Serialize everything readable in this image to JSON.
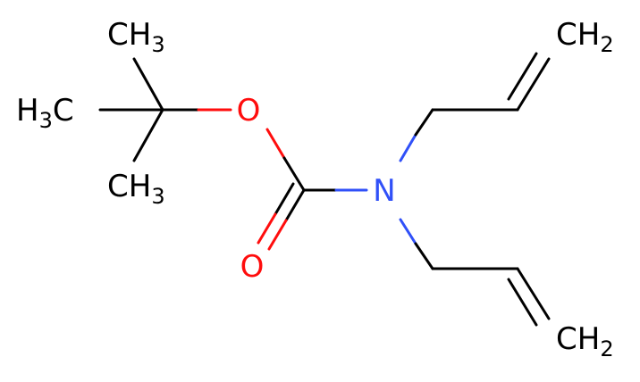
{
  "molecule": {
    "atoms": {
      "ch3_top": {
        "text": "CH",
        "sub": "3"
      },
      "h3c_left": {
        "text": "C",
        "pre_h": "H",
        "pre_sub": "3"
      },
      "ch3_bottom": {
        "text": "CH",
        "sub": "3"
      },
      "o_ester": {
        "text": "O"
      },
      "o_carbonyl": {
        "text": "O"
      },
      "n": {
        "text": "N"
      },
      "ch2_top": {
        "text": "CH",
        "sub": "2"
      },
      "ch2_bottom": {
        "text": "CH",
        "sub": "2"
      }
    },
    "colors": {
      "bond": "#000000",
      "carbon_label": "#000000",
      "oxygen": "#ff0d0d",
      "nitrogen": "#3050f8"
    }
  }
}
